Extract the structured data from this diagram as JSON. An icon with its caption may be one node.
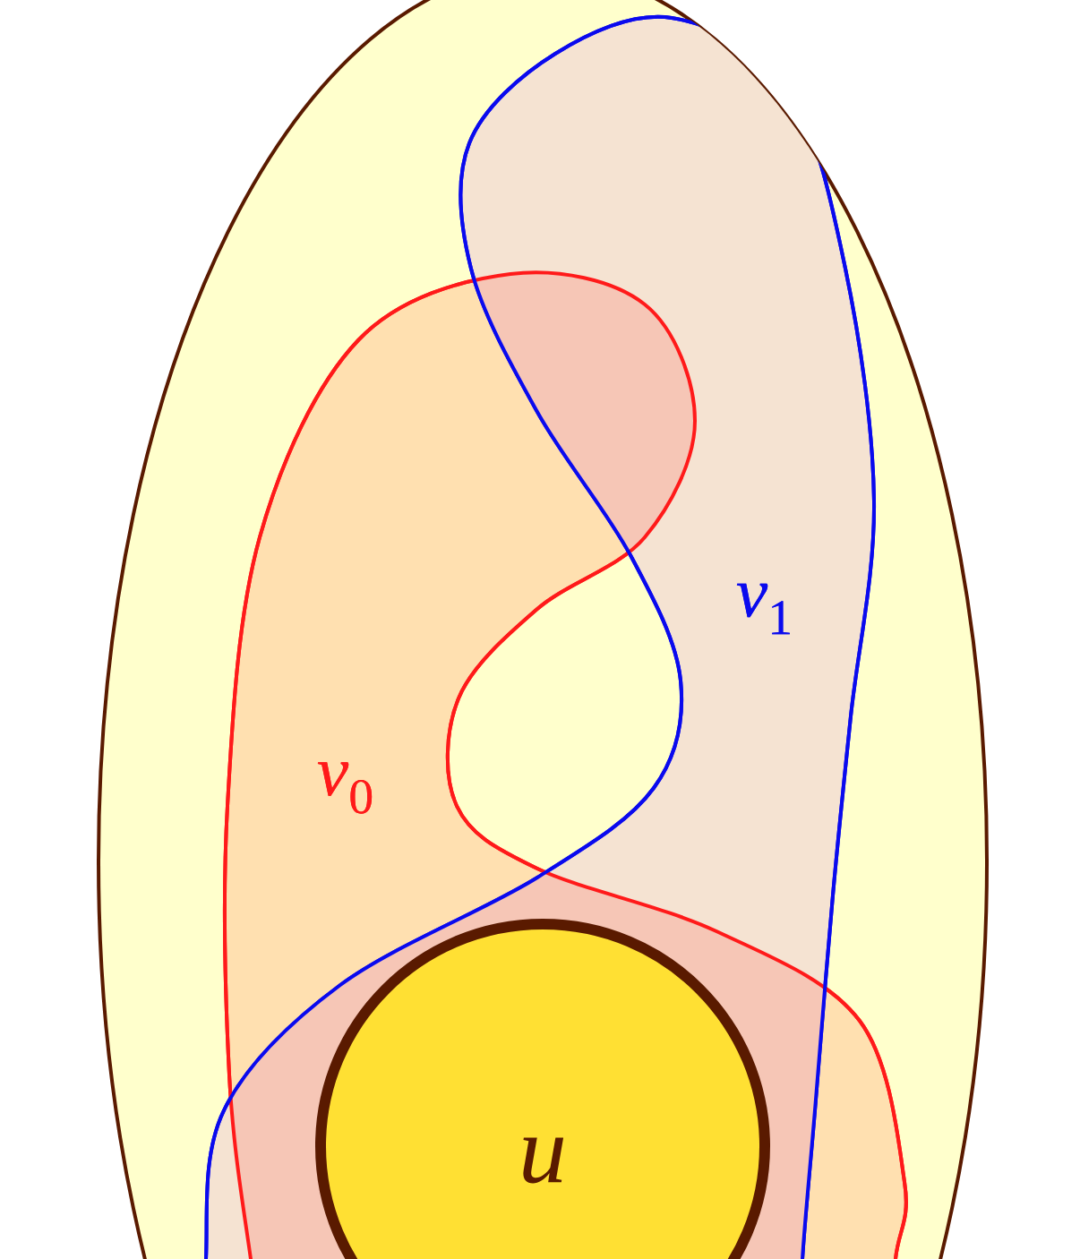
{
  "diagram": {
    "nodes": [
      {
        "text": [],
        "shape": "ellipse"
      },
      {
        "text": [
          "*v*$_{0}$"
        ],
        "in": 0
      },
      {
        "text": [
          "*v*$_{1}$"
        ],
        "in": 0
      },
      {
        "text": [
          "u"
        ],
        "in": 1
      }
    ]
  }
}
